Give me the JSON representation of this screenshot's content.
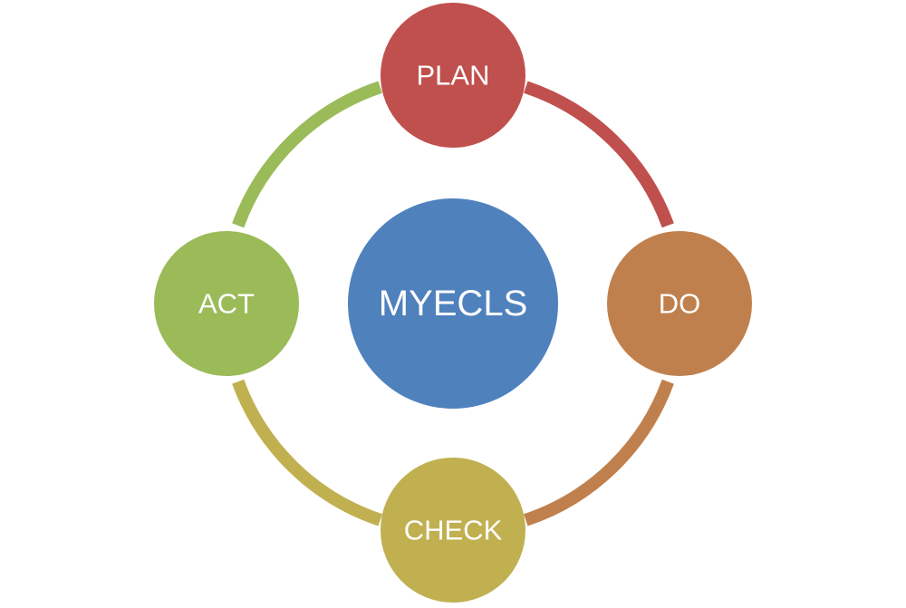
{
  "diagram": {
    "center": {
      "label": "MYECLS",
      "color": "#4f81bd"
    },
    "nodes": {
      "plan": {
        "label": "PLAN",
        "color": "#c0504d"
      },
      "do": {
        "label": "DO",
        "color": "#c0804d"
      },
      "check": {
        "label": "CHECK",
        "color": "#c0b050"
      },
      "act": {
        "label": "ACT",
        "color": "#9bbb59"
      }
    },
    "connectors": {
      "plan_to_do": "#c0504d",
      "do_to_check": "#c0804d",
      "check_to_act": "#c0b050",
      "act_to_plan": "#9bbb59"
    },
    "background": "#ffffff"
  }
}
